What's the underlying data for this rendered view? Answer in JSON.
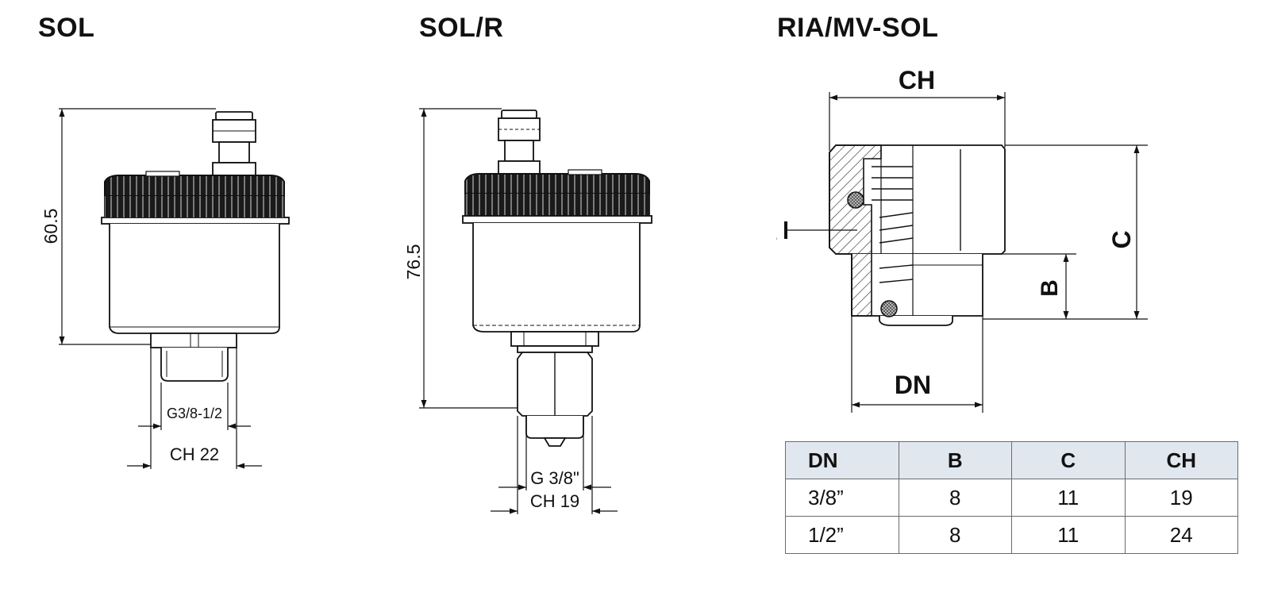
{
  "titles": {
    "sol": "SOL",
    "sol_r": "SOL/R",
    "ria": "RIA/MV-SOL"
  },
  "sol": {
    "height": "60.5",
    "thread": "G3/8-1/2",
    "wrench": "CH 22"
  },
  "sol_r": {
    "height": "76.5",
    "thread": "G 3/8\"",
    "wrench": "CH 19"
  },
  "ria": {
    "ch_label": "CH",
    "c_label": "C",
    "b_label": "B",
    "dn_label": "DN",
    "i_label": "I"
  },
  "table": {
    "headers": [
      "DN",
      "B",
      "C",
      "CH"
    ],
    "rows": [
      [
        "3/8”",
        "8",
        "11",
        "19"
      ],
      [
        "1/2”",
        "8",
        "11",
        "24"
      ]
    ]
  }
}
